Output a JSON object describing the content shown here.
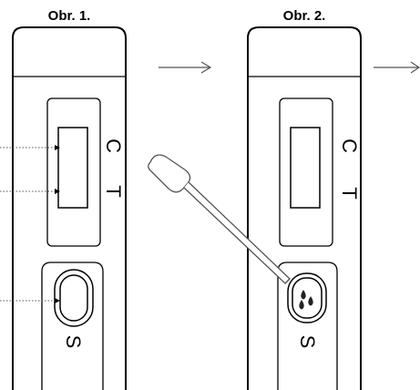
{
  "figures": [
    {
      "label": "Obr. 1.",
      "markings": {
        "control": "C",
        "test": "T",
        "sample": "S"
      }
    },
    {
      "label": "Obr. 2.",
      "markings": {
        "control": "C",
        "test": "T",
        "sample": "S"
      }
    }
  ],
  "icons": {
    "arrow": "arrow-right",
    "pipette": "pipette",
    "drops": "sample-drops"
  },
  "colors": {
    "stroke": "#000000",
    "pointer": "#555555",
    "background": "#ffffff"
  }
}
